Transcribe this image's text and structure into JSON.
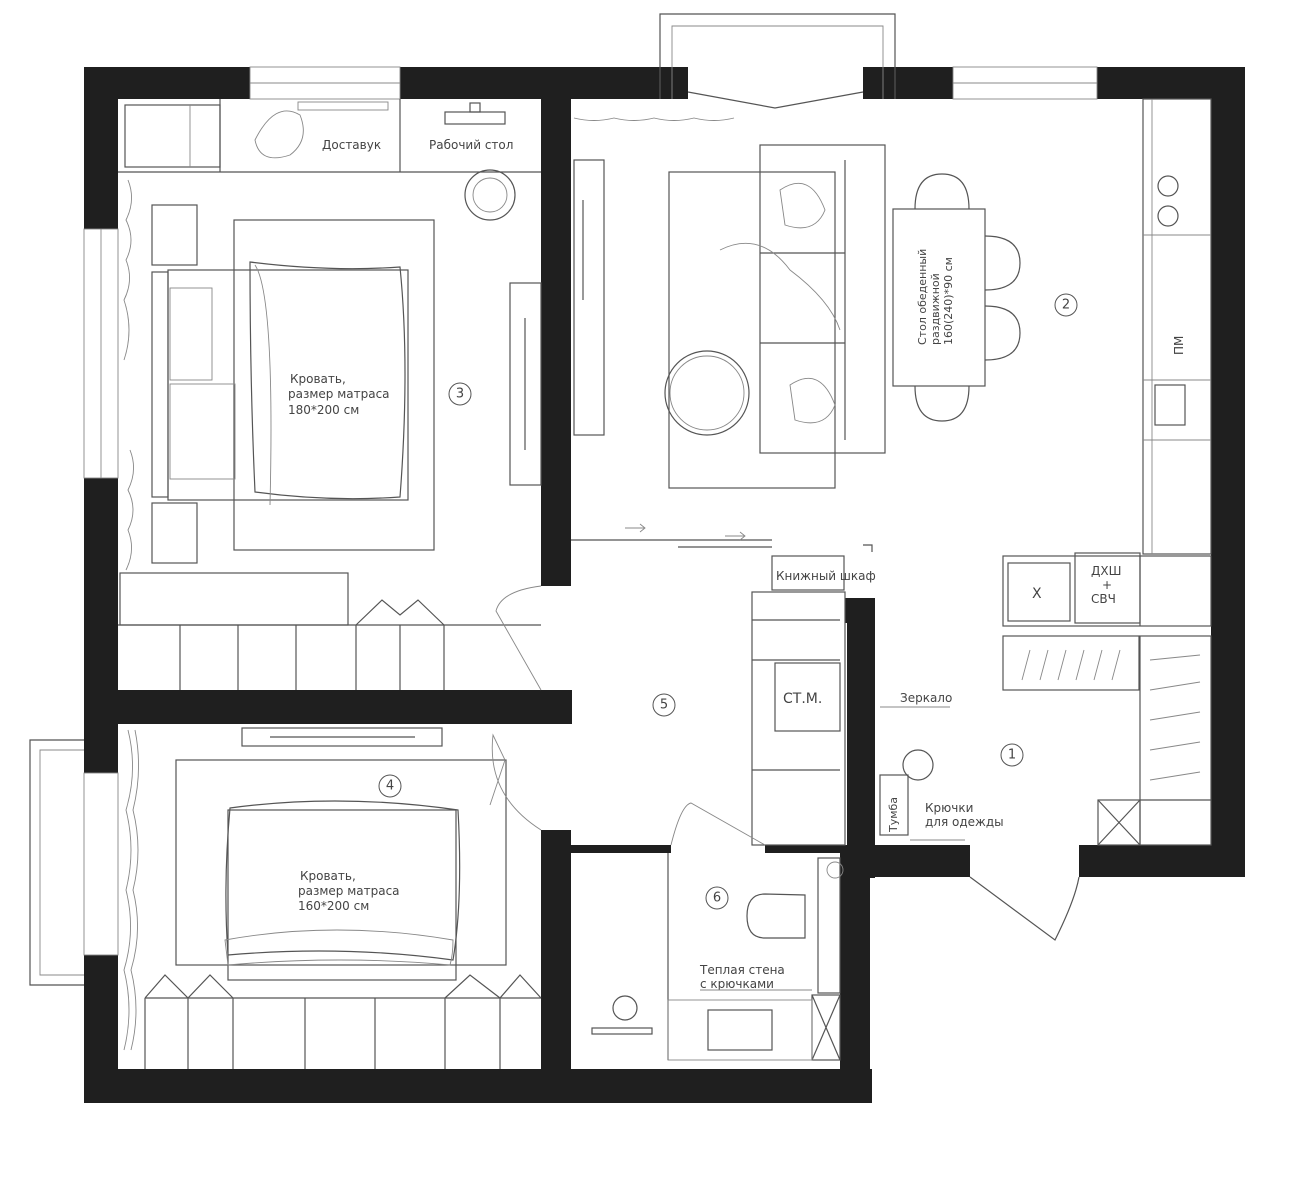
{
  "labels": {
    "bedside": "Доставук",
    "desk": "Рабочий стол",
    "bed_big_1": "Кровать,",
    "bed_big_2": "размер матраса",
    "bed_big_3": "180*200 см",
    "bed_small_1": "Кровать,",
    "bed_small_2": "размер матраса",
    "bed_small_3": "160*200 см",
    "dining_1": "Стол обеденный",
    "dining_2": "раздвижной",
    "dining_3": "160(240)*90 см",
    "dishwasher": "ПМ",
    "oven_1": "ДХШ",
    "oven_2": "+",
    "oven_3": "СВЧ",
    "sink_x": "X",
    "bookcase": "Книжный шкаф",
    "washer": "СТ.М.",
    "mirror": "Зеркало",
    "pouf": "Тумба",
    "hooks_1": "Крючки",
    "hooks_2": "для одежды",
    "heated_1": "Теплая стена",
    "heated_2": "с крючками"
  },
  "rooms": {
    "r1": "1",
    "r2": "2",
    "r3": "3",
    "r4": "4",
    "r5": "5",
    "r6": "6"
  },
  "colors": {
    "wall": "#1f1f1f",
    "line": "#555555",
    "background": "#ffffff"
  }
}
